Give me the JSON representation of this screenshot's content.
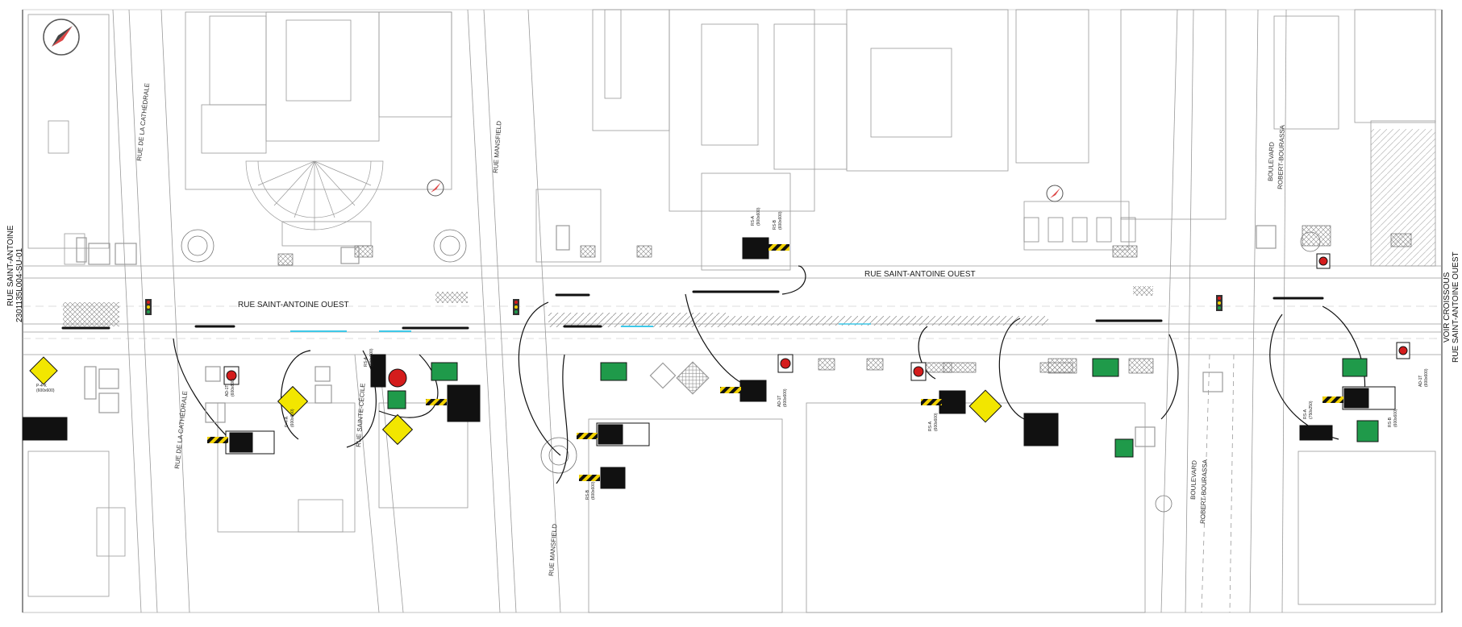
{
  "sheet": {
    "left_title": "RUE SAINT-ANTOINE",
    "left_code": "2301135L004-SU-01",
    "right_note_line1": "VOIR CROISSOUS",
    "right_note_line2": "RUE SAINT-ANTOINE OUEST"
  },
  "streets": {
    "saint_antoine_ouest": "RUE SAINT-ANTOINE OUEST",
    "saint_antoine_ouest_2": "RUE SAINT-ANTOINE OUEST",
    "cathedrale_north": "RUE DE LA CATHÉDRALE",
    "cathedrale_south": "RUE DE LA CATHÉDRALE",
    "mansfield_north": "RUE MANSFIELD",
    "mansfield_south": "RUE MANSFIELD",
    "sainte_cecile": "RUE SAINTE-CÉCILE",
    "boulevard_north_1": "BOULEVARD",
    "boulevard_north_2": "ROBERT-BOURASSA",
    "boulevard_south_1": "BOULEVARD",
    "boulevard_south_2": "ROBERT-BOURASSA"
  },
  "signs": [
    {
      "code": "P-4-K",
      "size": "(600x600)"
    },
    {
      "code": "AD-1T",
      "size": "(600x600)"
    },
    {
      "code": "D-4-A",
      "size": "(600x600)"
    },
    {
      "code": "RS-A",
      "size": "(600x900)"
    },
    {
      "code": "RS-B",
      "size": "(600x600)"
    },
    {
      "code": "AD-1T",
      "size": "(600x600)"
    },
    {
      "code": "RS-A",
      "size": "(900x600)"
    },
    {
      "code": "RS-B",
      "size": "(600x600)"
    },
    {
      "code": "RS-A",
      "size": "(600x600)"
    },
    {
      "code": "AD-1T",
      "size": "(600x600)"
    },
    {
      "code": "RS-A",
      "size": "(750x250)"
    },
    {
      "code": "RS-B",
      "size": "(600x600)"
    }
  ],
  "colors": {
    "background": "#ffffff",
    "linework": "#9a9a9a",
    "linework_dark": "#555555",
    "cable": "#111111",
    "sign_yellow": "#f2e600",
    "sign_green": "#1f9a4a",
    "sign_red": "#d41c1c",
    "lane_cyan": "#3ec8e8",
    "hatch": "#a0a0a0"
  },
  "icons": [
    "north-arrow-icon",
    "traffic-light-icon",
    "bike-sign-icon",
    "stop-sign-icon",
    "lane-arrow-sign-icon",
    "diamond-warning-sign-icon"
  ]
}
